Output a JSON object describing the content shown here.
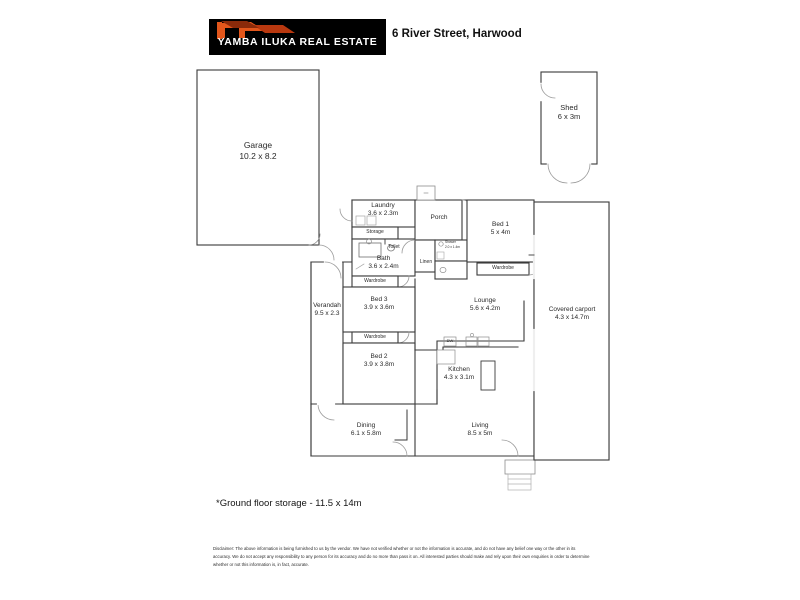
{
  "header": {
    "logo_text": "YAMBA ILUKA REAL ESTATE",
    "logo_bg_color": "#000000",
    "logo_accent_color": "#E2561B",
    "logo_text_color": "#FFFFFF",
    "property_address": "6 River Street, Harwood"
  },
  "plan": {
    "line_color": "#3a3a3a",
    "fill_color": "#FFFFFF",
    "rooms": [
      {
        "id": "garage",
        "name": "Garage",
        "dim": "10.2 x 8.2"
      },
      {
        "id": "shed",
        "name": "Shed",
        "dim": "6 x 3m"
      },
      {
        "id": "laundry",
        "name": "Laundry",
        "dim": "3.6 x 2.3m"
      },
      {
        "id": "storage",
        "name": "Storage",
        "dim": ""
      },
      {
        "id": "toilet",
        "name": "Toilet",
        "dim": ""
      },
      {
        "id": "bath",
        "name": "Bath",
        "dim": "3.6 x 2.4m"
      },
      {
        "id": "porch",
        "name": "Porch",
        "dim": ""
      },
      {
        "id": "linen",
        "name": "Linen",
        "dim": ""
      },
      {
        "id": "shower",
        "name": "Shower",
        "dim": "2.0 x 1.4m"
      },
      {
        "id": "bed1",
        "name": "Bed 1",
        "dim": "5 x 4m"
      },
      {
        "id": "wardrobe-bed1",
        "name": "Wardrobe",
        "dim": ""
      },
      {
        "id": "wardrobe-bed3",
        "name": "Wardrobe",
        "dim": ""
      },
      {
        "id": "bed3",
        "name": "Bed 3",
        "dim": "3.9 x 3.6m"
      },
      {
        "id": "wardrobe-bed2",
        "name": "Wardrobe",
        "dim": ""
      },
      {
        "id": "bed2",
        "name": "Bed 2",
        "dim": "3.9 x 3.8m"
      },
      {
        "id": "verandah",
        "name": "Verandah",
        "dim": "9.5 x 2.3"
      },
      {
        "id": "lounge",
        "name": "Lounge",
        "dim": "5.6 x 4.2m"
      },
      {
        "id": "kitchen",
        "name": "Kitchen",
        "dim": "4.3 x 3.1m"
      },
      {
        "id": "dishwasher",
        "name": "DW",
        "dim": ""
      },
      {
        "id": "dining",
        "name": "Dining",
        "dim": "6.1 x 5.8m"
      },
      {
        "id": "living",
        "name": "Living",
        "dim": "8.5 x 5m"
      },
      {
        "id": "carport",
        "name": "Covered carport",
        "dim": "4.3 x 14.7m"
      }
    ]
  },
  "footer": {
    "storage_note": "*Ground floor storage - 11.5 x 14m",
    "disclaimer": "Disclaimer: The above information is being furnished to us by the vendor. We have not verified whether or not the information is accurate, and do not have any belief one way or the other in its accuracy.  We do not accept any responsibility to any person for its accuracy and do no more than pass it on.  All interested parties should make and rely upon their own enquiries in order to determine whether or not this information is, in fact, accurate."
  }
}
